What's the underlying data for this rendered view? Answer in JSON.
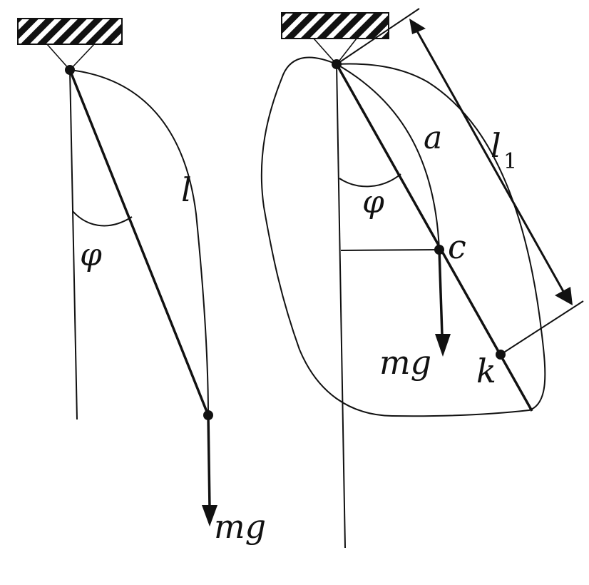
{
  "simple_pendulum": {
    "length_label": "l",
    "angle_label": "φ",
    "force_label": "mg"
  },
  "physical_pendulum": {
    "distance_label": "a",
    "angle_label": "φ",
    "center_of_mass_label": "c",
    "force_label": "mg",
    "point_k_label": "k",
    "reduced_length_label": "l",
    "reduced_length_subscript": "1"
  },
  "colors": {
    "ink": "#111111",
    "background": "#ffffff"
  }
}
